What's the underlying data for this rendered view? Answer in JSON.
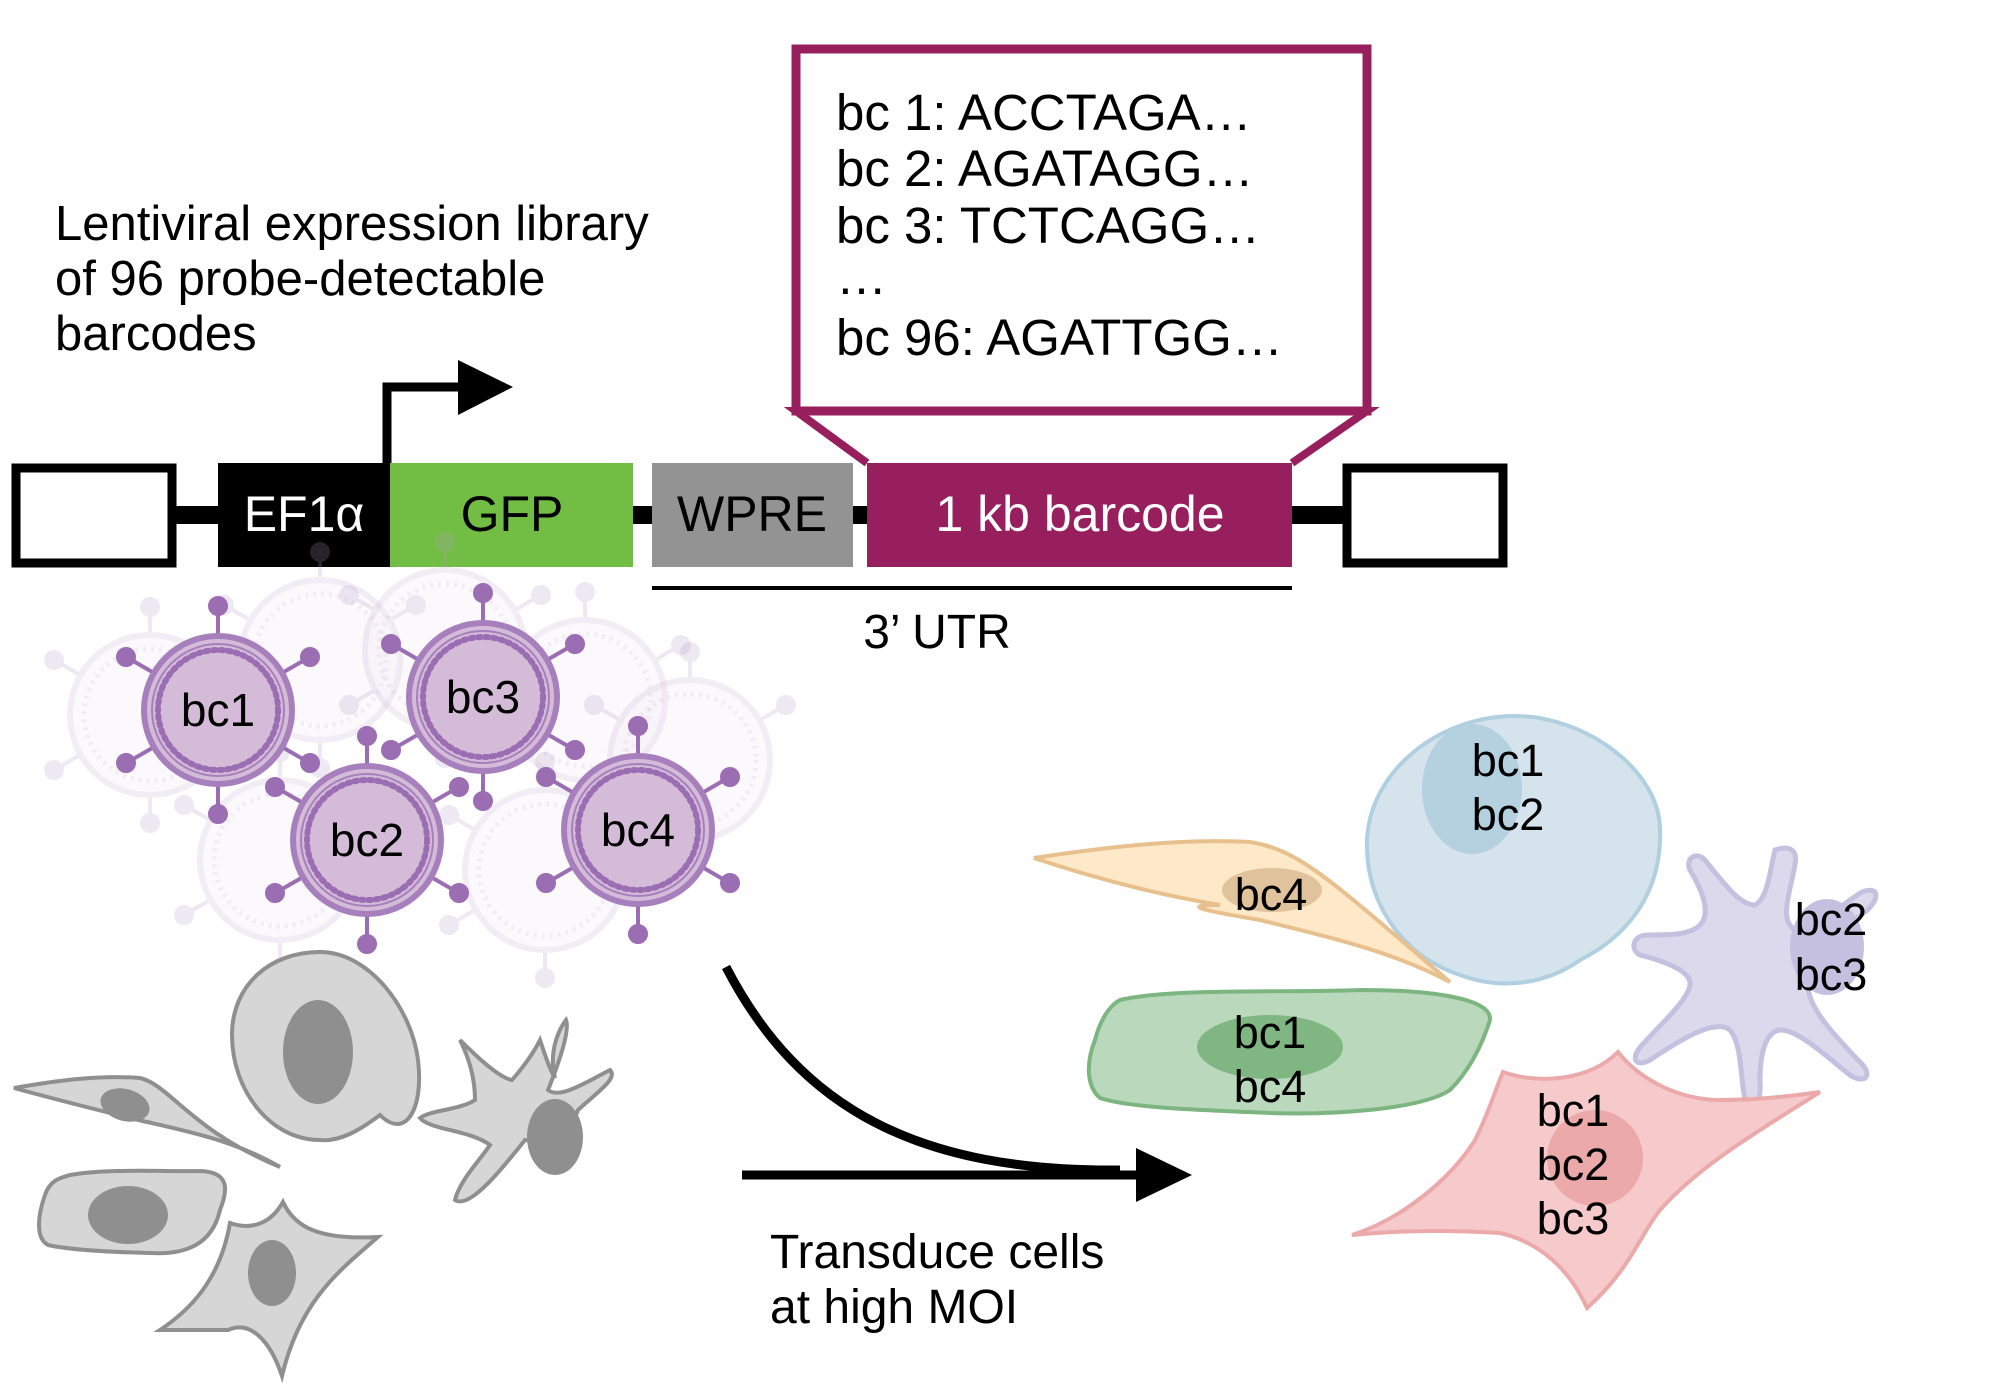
{
  "title_lines": [
    "Lentiviral expression library",
    "of 96 probe-detectable",
    "barcodes"
  ],
  "barcode_list": {
    "lines": [
      "bc 1: ACCTAGA…",
      "bc 2: AGATAGG…",
      "bc 3: TCTCAGG…",
      "…",
      "bc 96: AGATTGG…"
    ]
  },
  "construct": {
    "segments": [
      {
        "id": "ltr-left",
        "label": "",
        "color": "#ffffff"
      },
      {
        "id": "ef1a",
        "label": "EF1α",
        "color": "#000000",
        "text_color": "#ffffff"
      },
      {
        "id": "gfp",
        "label": "GFP",
        "color": "#72bd44",
        "text_color": "#000000"
      },
      {
        "id": "wpre",
        "label": "WPRE",
        "color": "#939393",
        "text_color": "#000000"
      },
      {
        "id": "barcode",
        "label": "1 kb barcode",
        "color": "#981f5e",
        "text_color": "#ffffff"
      },
      {
        "id": "ltr-right",
        "label": "",
        "color": "#ffffff"
      }
    ],
    "utr_label": "3’ UTR"
  },
  "viruses": [
    {
      "label": "bc1"
    },
    {
      "label": "bc3"
    },
    {
      "label": "bc2"
    },
    {
      "label": "bc4"
    }
  ],
  "transduction_label": [
    "Transduce cells",
    "at high MOI"
  ],
  "transduced_cells": [
    {
      "type": "round",
      "color": "#d4e3ec",
      "barcodes": [
        "bc1",
        "bc2"
      ]
    },
    {
      "type": "spindle",
      "color": "#fde8c7",
      "barcodes": [
        "bc4"
      ]
    },
    {
      "type": "epithelial",
      "color": "#bad9bc",
      "barcodes": [
        "bc1",
        "bc4"
      ]
    },
    {
      "type": "stellate",
      "color": "#dcd9ec",
      "barcodes": [
        "bc2",
        "bc3"
      ]
    },
    {
      "type": "fibroblast",
      "color": "#f6c9ca",
      "barcodes": [
        "bc1",
        "bc2",
        "bc3"
      ]
    }
  ],
  "colors": {
    "barcode_magenta": "#981f5e",
    "gfp_green": "#72bd44",
    "wpre_gray": "#939393",
    "virus_fill": "#d4bcd9",
    "virus_ring": "#a77fbd",
    "untransduced_cell": "#d6d6d6"
  }
}
